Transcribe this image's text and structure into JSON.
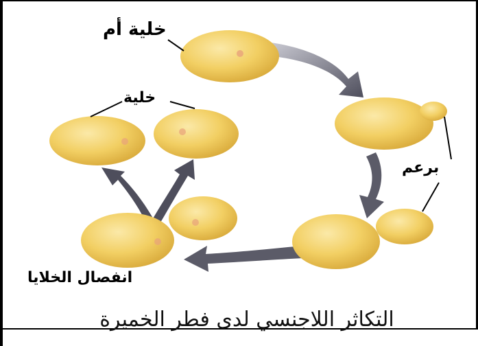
{
  "diagram": {
    "labels": {
      "mother_cell": "خلية أم",
      "cell": "خلية",
      "bud": "برعم",
      "separation": "انفصال الخلايا"
    },
    "caption": "التكاثر اللاجنسي لدى فطر الخميرة"
  },
  "colors": {
    "cell_fill": "#f2cf63",
    "cell_highlight": "#fbe9a8",
    "cell_edge": "#d8a93a",
    "nucleus": "#e8a27a",
    "arrow": "#5b5b68"
  }
}
